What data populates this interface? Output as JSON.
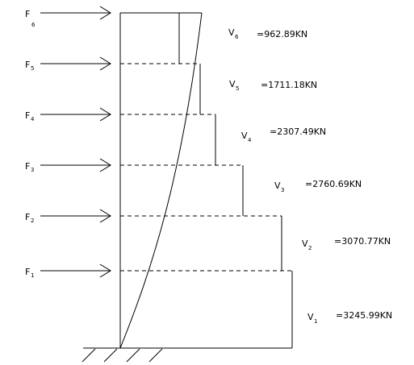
{
  "forces": [
    {
      "letter": "F",
      "sub": "6"
    },
    {
      "letter": "F",
      "sub": "5"
    },
    {
      "letter": "F",
      "sub": "4"
    },
    {
      "letter": "F",
      "sub": "3"
    },
    {
      "letter": "F",
      "sub": "2"
    },
    {
      "letter": "F",
      "sub": "1"
    }
  ],
  "shears": [
    {
      "letter": "V",
      "sub": "6",
      "value": "=962.89KN"
    },
    {
      "letter": "V",
      "sub": "5",
      "value": "=1711.18KN"
    },
    {
      "letter": "V",
      "sub": "4",
      "value": "=2307.49KN"
    },
    {
      "letter": "V",
      "sub": "3",
      "value": "=2760.69KN"
    },
    {
      "letter": "V",
      "sub": "2",
      "value": "=3070.77KN"
    },
    {
      "letter": "V",
      "sub": "1",
      "value": "=3245.99KN"
    }
  ]
}
